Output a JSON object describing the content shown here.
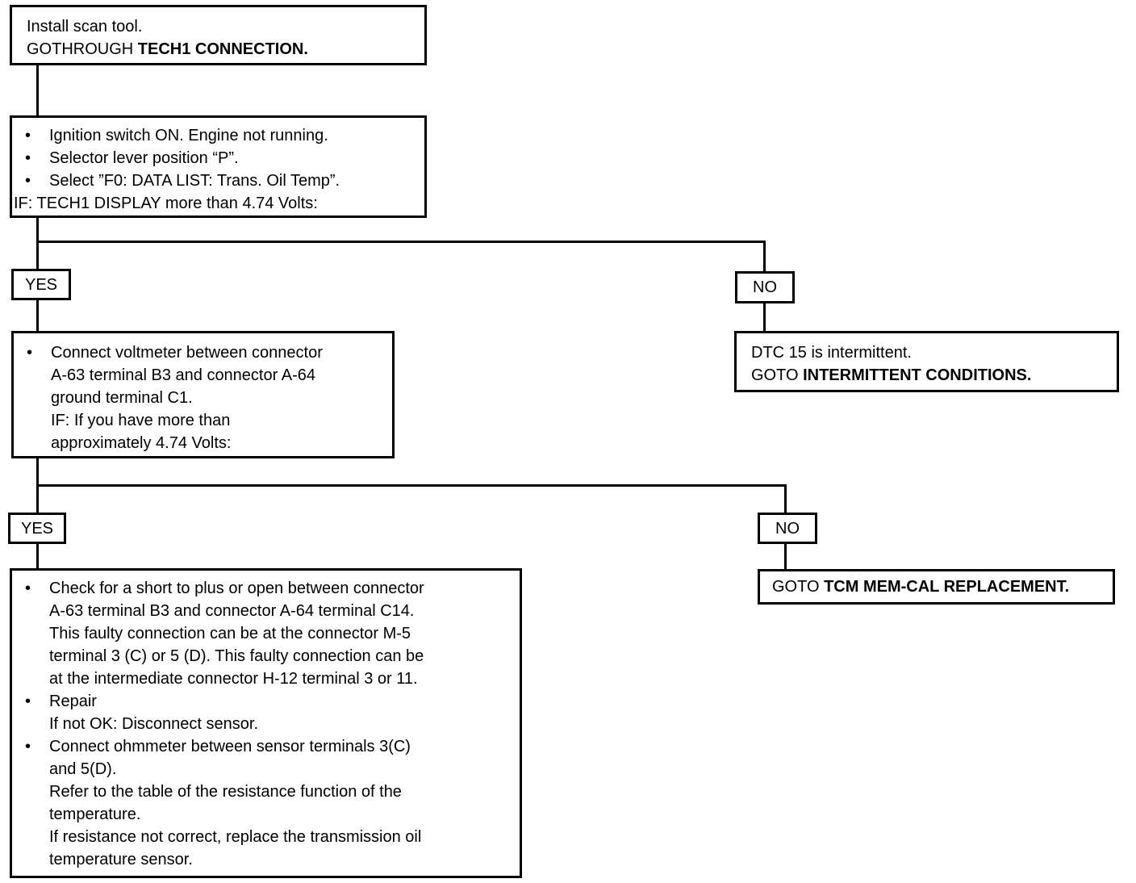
{
  "box1": {
    "line1": "Install scan tool.",
    "prefix": "GOTHROUGH ",
    "bold": "TECH1 CONNECTION."
  },
  "box2": {
    "bullets": [
      "Ignition switch ON.  Engine not running.",
      "Selector lever position “P”.",
      "Select ”F0: DATA LIST: Trans. Oil Temp”."
    ],
    "if_line": "IF: TECH1 DISPLAY more than 4.74 Volts:"
  },
  "labels": {
    "yes1": "YES",
    "no1": "NO",
    "yes2": "YES",
    "no2": "NO"
  },
  "box_no1": {
    "line1": "DTC 15 is intermittent.",
    "prefix": "GOTO ",
    "bold": "INTERMITTENT CONDITIONS."
  },
  "box3": {
    "bullet_lines": [
      "Connect voltmeter between connector",
      "A-63 terminal B3 and connector A-64",
      "ground terminal C1."
    ],
    "if_lines": [
      "IF: If you have more than",
      "approximately 4.74 Volts:"
    ]
  },
  "box_no2": {
    "prefix": "GOTO ",
    "bold": "TCM MEM-CAL REPLACEMENT."
  },
  "box4": {
    "bullet1_lines": [
      "Check for a short to plus or open between connector",
      "A-63 terminal B3 and connector A-64 terminal C14.",
      "This faulty connection can be at the connector M-5",
      "terminal 3 (C) or 5 (D).  This faulty connection can be",
      "at the intermediate connector H-12 terminal 3 or 11."
    ],
    "bullet2_lines": [
      "Repair",
      "If not OK:  Disconnect sensor."
    ],
    "bullet3_lines": [
      "Connect ohmmeter between sensor terminals 3(C)",
      "and 5(D).",
      "Refer to the table of the resistance function of the",
      "temperature.",
      "If resistance not correct, replace the transmission oil",
      "temperature sensor."
    ]
  }
}
